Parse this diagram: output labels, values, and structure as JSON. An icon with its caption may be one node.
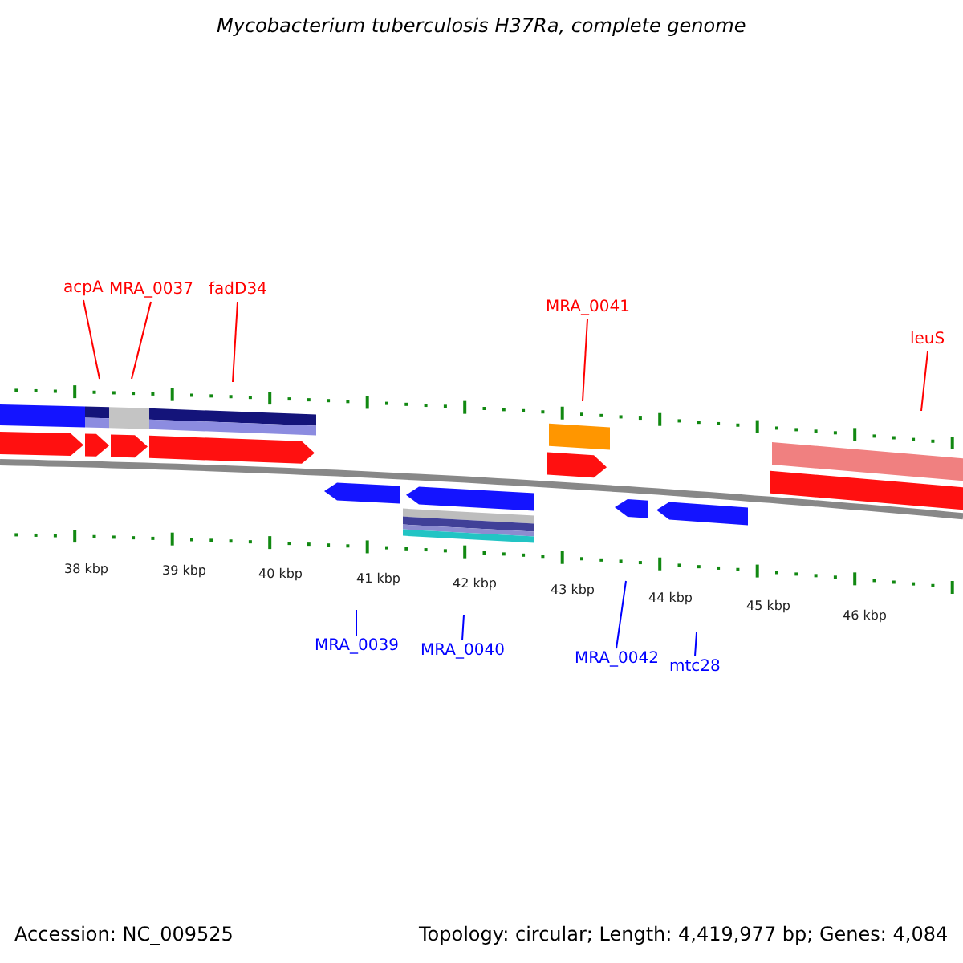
{
  "diagram": {
    "title": "Mycobacterium tuberculosis H37Ra, complete genome",
    "nodes": [
      {
        "text": [
          "acpA"
        ]
      },
      {
        "text": [
          "MRA_0037"
        ]
      },
      {
        "text": [
          "fadD34"
        ]
      },
      {
        "text": [
          "MRA_0041"
        ]
      },
      {
        "text": [
          "leuS"
        ]
      },
      {
        "text": [
          "MRA_0039"
        ]
      },
      {
        "text": [
          "MRA_0040"
        ]
      },
      {
        "text": [
          "MRA_0042"
        ]
      },
      {
        "text": [
          "mtc28"
        ]
      }
    ],
    "edges": [
      {
        "from": 0,
        "to": null,
        "arrow": "none"
      },
      {
        "from": 1,
        "to": null,
        "arrow": "none"
      },
      {
        "from": 2,
        "to": null,
        "arrow": "none"
      },
      {
        "from": 3,
        "to": null,
        "arrow": "none"
      },
      {
        "from": 4,
        "to": null,
        "arrow": "none"
      },
      {
        "from": 5,
        "to": null,
        "arrow": "none",
        "color": "#0000ff"
      },
      {
        "from": 6,
        "to": null,
        "arrow": "none",
        "color": "#0000ff"
      },
      {
        "from": 7,
        "to": null,
        "arrow": "none",
        "color": "#0000ff"
      },
      {
        "from": 8,
        "to": null,
        "arrow": "none",
        "color": "#0000ff"
      }
    ],
    "labels": [
      "38 kbp",
      "39 kbp",
      "40 kbp",
      "41 kbp",
      "42 kbp",
      "43 kbp",
      "44 kbp",
      "45 kbp",
      "46 kbp",
      "Accession: NC_009525",
      "Topology: circular; Length: 4,419,977 bp; Genes: 4,084"
    ]
  }
}
